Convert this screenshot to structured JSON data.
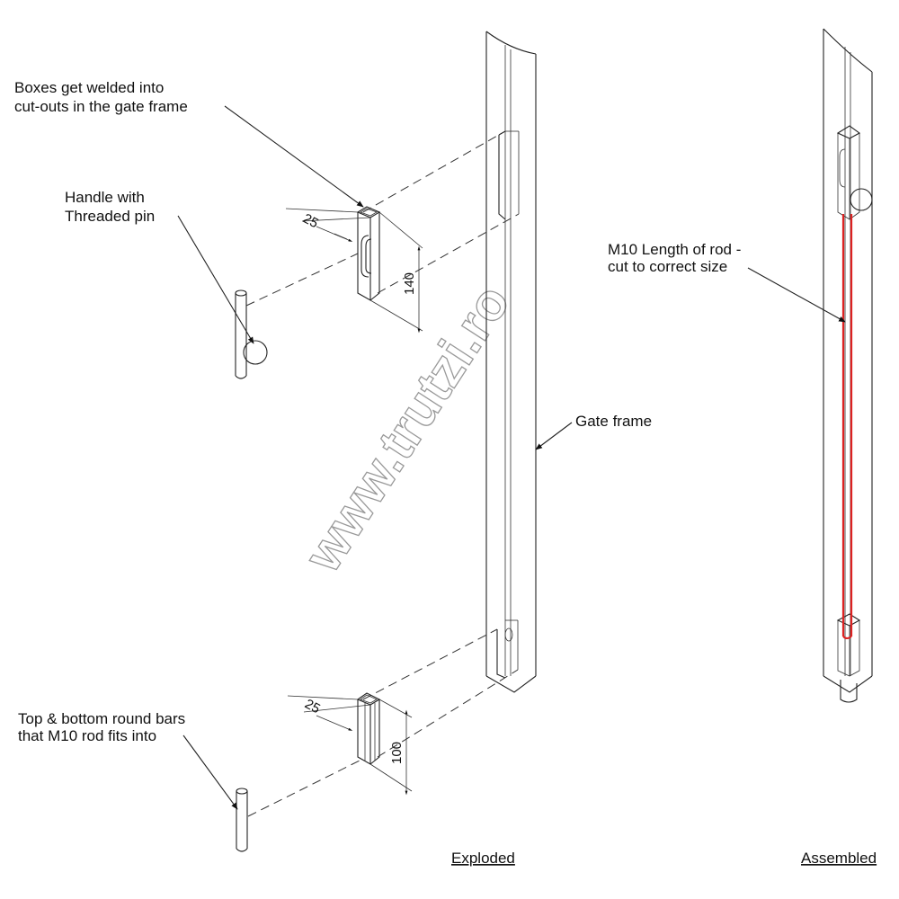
{
  "labels": {
    "boxes_line1": "Boxes get welded into",
    "boxes_line2": "cut-outs in the gate frame",
    "handle_line1": "Handle with",
    "handle_line2": "Threaded pin",
    "rod_line1": "M10 Length of rod -",
    "rod_line2": "cut to correct size",
    "gate_frame": "Gate frame",
    "bars_line1": "Top & bottom round bars",
    "bars_line2": "that M10 rod fits into",
    "exploded": "Exploded",
    "assembled": "Assembled"
  },
  "dimensions": {
    "top_width": "25",
    "top_height": "140",
    "bottom_width": "25",
    "bottom_height": "100"
  },
  "watermark": "www.trutzi.ro",
  "colors": {
    "rod": "#d22222",
    "line": "#222222"
  }
}
